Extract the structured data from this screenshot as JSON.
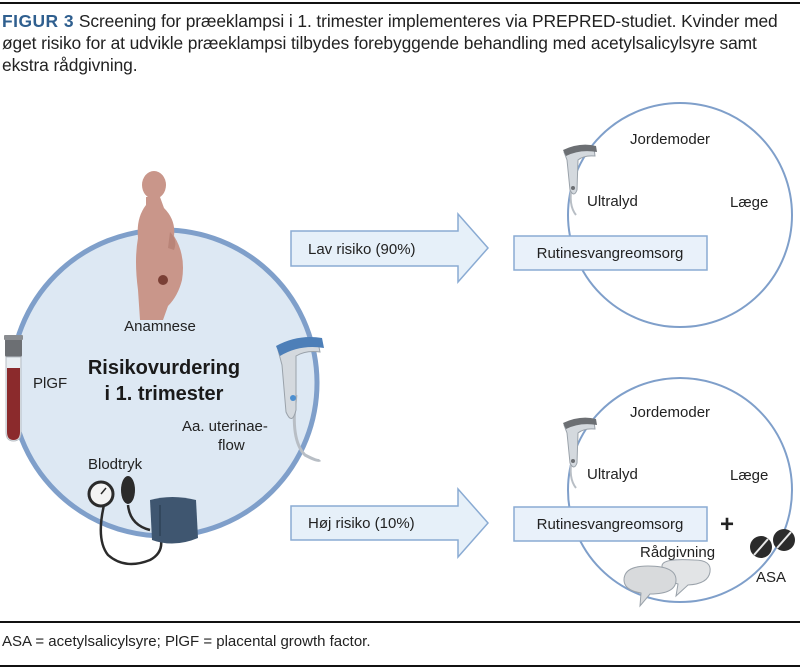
{
  "caption": {
    "label": "FIGUR 3",
    "text": "Screening for præeklampsi i 1. trimester implementeres via PREPRED-studiet. Kvinder med øget risiko for at udvikle præeklampsi tilbydes forebyggende behandling med acetylsalicylsyre samt ekstra rådgivning."
  },
  "assessment": {
    "title_line1": "Risikovurdering",
    "title_line2": "i 1. trimester",
    "anamnese": "Anamnese",
    "plgf": "PlGF",
    "flow_line1": "Aa. uterinae-",
    "flow_line2": "flow",
    "blodtryk": "Blodtryk"
  },
  "low_risk": {
    "arrow_label": "Lav risiko (90%)",
    "box_label": "Rutinesvangreomsorg",
    "jordemoder": "Jordemoder",
    "ultralyd": "Ultralyd",
    "laege": "Læge"
  },
  "high_risk": {
    "arrow_label": "Høj risiko (10%)",
    "box_label": "Rutinesvangreomsorg",
    "jordemoder": "Jordemoder",
    "ultralyd": "Ultralyd",
    "laege": "Læge",
    "plus": "+",
    "raadgivning": "Rådgivning",
    "asa": "ASA"
  },
  "footnote": "ASA = acetylsalicylsyre; PlGF = placental growth factor.",
  "colors": {
    "caption_label": "#2f5f8f",
    "circle_fill": "#dde8f3",
    "circle_stroke": "#7f9fca",
    "arrow_fill": "#e6f0f9",
    "arrow_stroke": "#8aabd3",
    "box_fill": "#e9f1fa",
    "box_stroke": "#8aabd3",
    "ring_stroke": "#7f9fca",
    "blood": "#8b2a2c",
    "cuff": "#3f5670",
    "body_skin": "#c9968a"
  }
}
